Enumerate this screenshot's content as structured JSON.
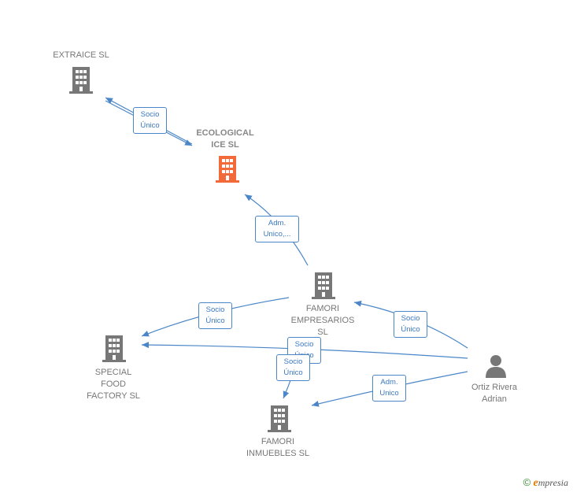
{
  "nodes": {
    "extraice": {
      "label": "EXTRAICE SL",
      "type": "company",
      "color": "#777777"
    },
    "ecological": {
      "label": "ECOLOGICAL\nICE  SL",
      "type": "company",
      "color": "#f26a3a"
    },
    "famori_emp": {
      "label": "FAMORI\nEMPRESARIOS\nSL",
      "type": "company",
      "color": "#777777"
    },
    "special_food": {
      "label": "SPECIAL\nFOOD\nFACTORY  SL",
      "type": "company",
      "color": "#777777"
    },
    "famori_inm": {
      "label": "FAMORI\nINMUEBLES  SL",
      "type": "company",
      "color": "#777777"
    },
    "ortiz": {
      "label": "Ortiz Rivera\nAdrian",
      "type": "person",
      "color": "#777777"
    }
  },
  "edges": {
    "e1": {
      "label": "Socio\nÚnico"
    },
    "e2": {
      "label": "Adm.\nUnico,..."
    },
    "e3": {
      "label": "Socio\nÚnico"
    },
    "e4": {
      "label": "Socio\nÚnico"
    },
    "e5": {
      "label": "Socio\nÚnico"
    },
    "e6": {
      "label": "Socio\nÚnico"
    },
    "e7": {
      "label": "Adm.\nUnico"
    }
  },
  "colors": {
    "edge": "#4a86c8",
    "focus_node": "#f26a3a",
    "node": "#777777"
  },
  "brand": {
    "copyright": "©",
    "initial": "e",
    "rest": "mpresia"
  }
}
